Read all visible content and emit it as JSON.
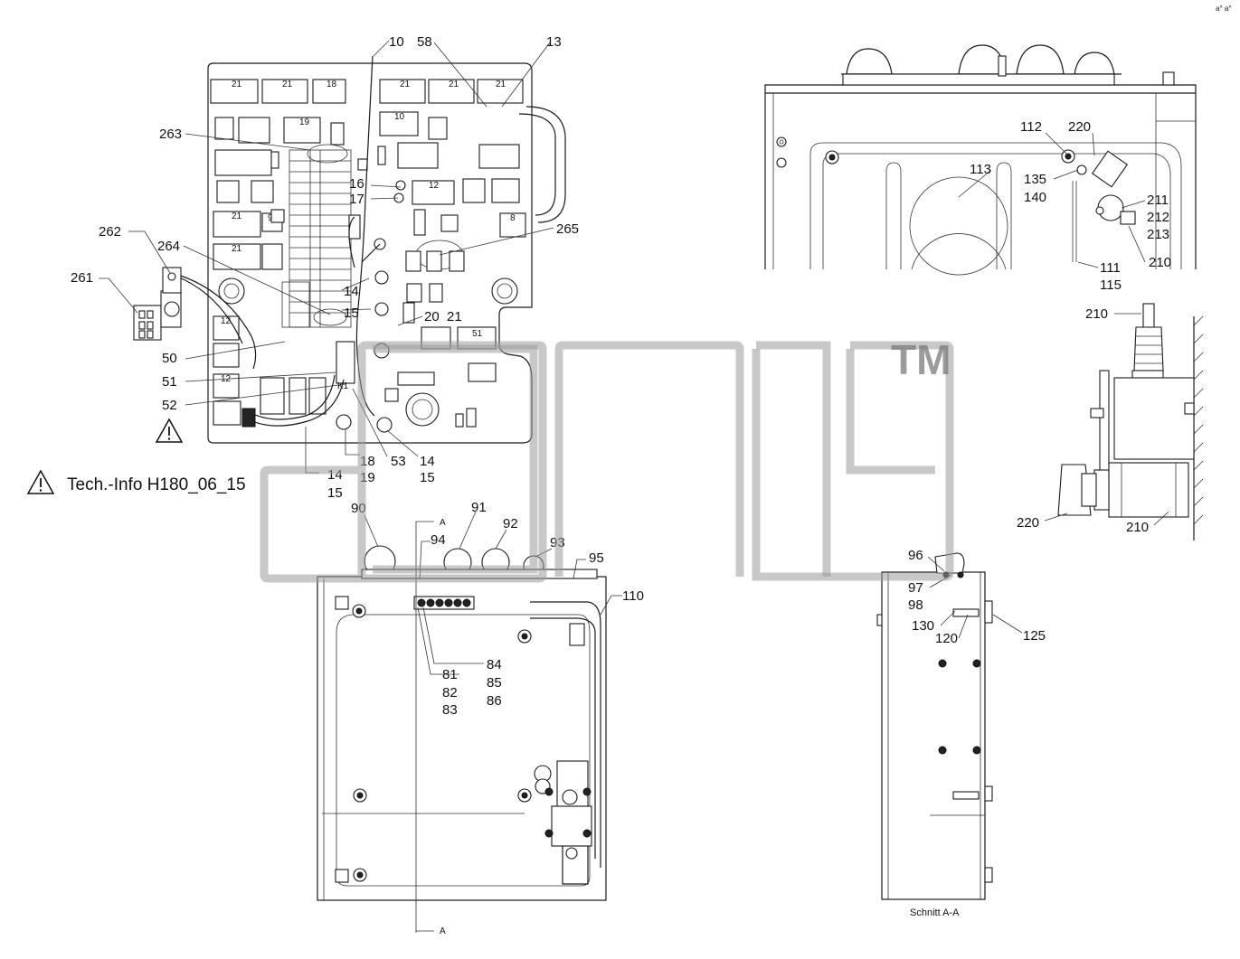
{
  "labels": {
    "l10": "10",
    "l58": "58",
    "l13": "13",
    "l263": "263",
    "l16": "16",
    "l17": "17",
    "l265": "265",
    "l262": "262",
    "l264": "264",
    "l261": "261",
    "l14a": "14",
    "l15a": "15",
    "l20": "20",
    "l21": "21",
    "l50": "50",
    "l51": "51",
    "l52": "52",
    "l18": "18",
    "l19": "19",
    "l53": "53",
    "l14b": "14",
    "l15b": "15",
    "l14c": "14",
    "l15c": "15",
    "l112": "112",
    "l220a": "220",
    "l113": "113",
    "l135": "135",
    "l140": "140",
    "l211": "211",
    "l212": "212",
    "l213": "213",
    "l210a": "210",
    "l111": "111",
    "l115": "115",
    "l210b": "210",
    "l220b": "220",
    "l210c": "210",
    "l90": "90",
    "l91": "91",
    "l92": "92",
    "l93": "93",
    "l94": "94",
    "l95": "95",
    "l110": "110",
    "l84": "84",
    "l85": "85",
    "l86": "86",
    "l81": "81",
    "l82": "82",
    "l83": "83",
    "l96": "96",
    "l97": "97",
    "l98": "98",
    "l130": "130",
    "l120": "120",
    "l125": "125",
    "secA1": "A",
    "secA2": "A",
    "section_caption": "Schnitt A-A",
    "relay_k1": "K1",
    "con21a": "21",
    "con21b": "21",
    "con18a": "18",
    "con21c": "21",
    "con21d": "21",
    "con21e": "21",
    "con19": "19",
    "con10": "10",
    "con8": "8",
    "con12": "12",
    "con9": "9",
    "con21f": "21",
    "con21g": "21",
    "con12b": "12",
    "con12c": "12",
    "con51": "51"
  },
  "tech_info": "Tech.-Info H180_06_15",
  "watermark": {
    "brand": "gpcb",
    "trademark": "TM"
  },
  "corner_mark": "a° a°"
}
